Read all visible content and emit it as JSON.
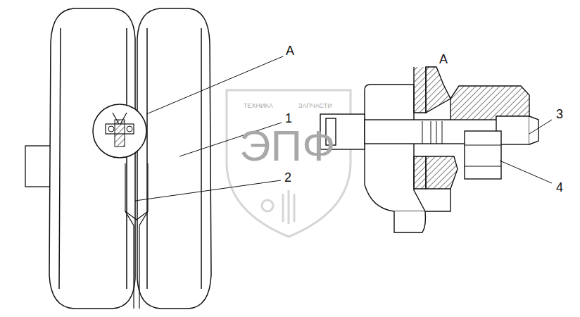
{
  "diagram": {
    "labels": [
      "A",
      "A",
      "1",
      "2",
      "3",
      "4",
      "ТЕХНИКА",
      "ЗАПЧАСТИ",
      "ЭПФ"
    ]
  }
}
